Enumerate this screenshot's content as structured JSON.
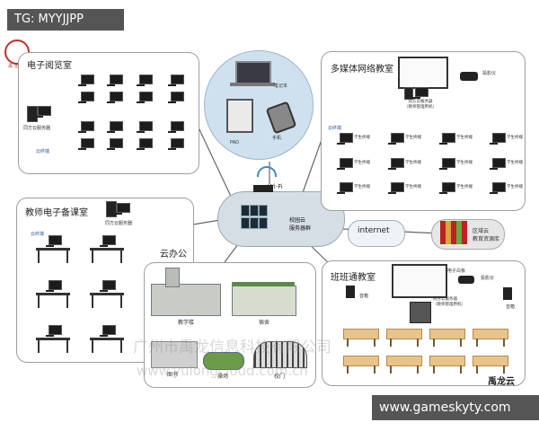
{
  "tag_top": "TG: MYYJJPP",
  "tag_bottom": "www.gameskyty.com",
  "logo_text": "禹 龙",
  "panels": {
    "reading_room": {
      "title": "电子阅览室",
      "server_label": "同方云服务器",
      "cloud_label": "云终端"
    },
    "multimedia": {
      "title": "多媒体网络教室",
      "projector_label": "投影仪",
      "server_label": "同方云服务器\n（教师管理用机）",
      "cloud_label": "云终端",
      "student_label": "学生终端"
    },
    "teacher_prep": {
      "title": "教师电子备课室",
      "server_label": "同方云服务器",
      "cloud_label": "云终端"
    },
    "cloud_office": {
      "title": "云办公",
      "buildings": [
        "教学楼",
        "宿舍",
        "图书",
        "操场",
        "校门"
      ]
    },
    "class_room": {
      "title": "班班通教室",
      "projector_label": "投影仪",
      "speaker_label": "音箱",
      "board_label": "电子白板",
      "server_label": "同方云服务器\n（教师管理用机）"
    }
  },
  "devices": {
    "laptop": "笔记本",
    "pad": "PAD",
    "phone": "手机"
  },
  "center": {
    "wifi": "Wi-Fi",
    "campus_cloud": "校园云\n服务器群",
    "internet": "internet",
    "region_cloud": "区域云\n教育资源库"
  },
  "brand": "禹龙云",
  "watermarks": [
    "广州市禹龙信息科技有限公司",
    "www.yulongcloud.com.cn"
  ]
}
